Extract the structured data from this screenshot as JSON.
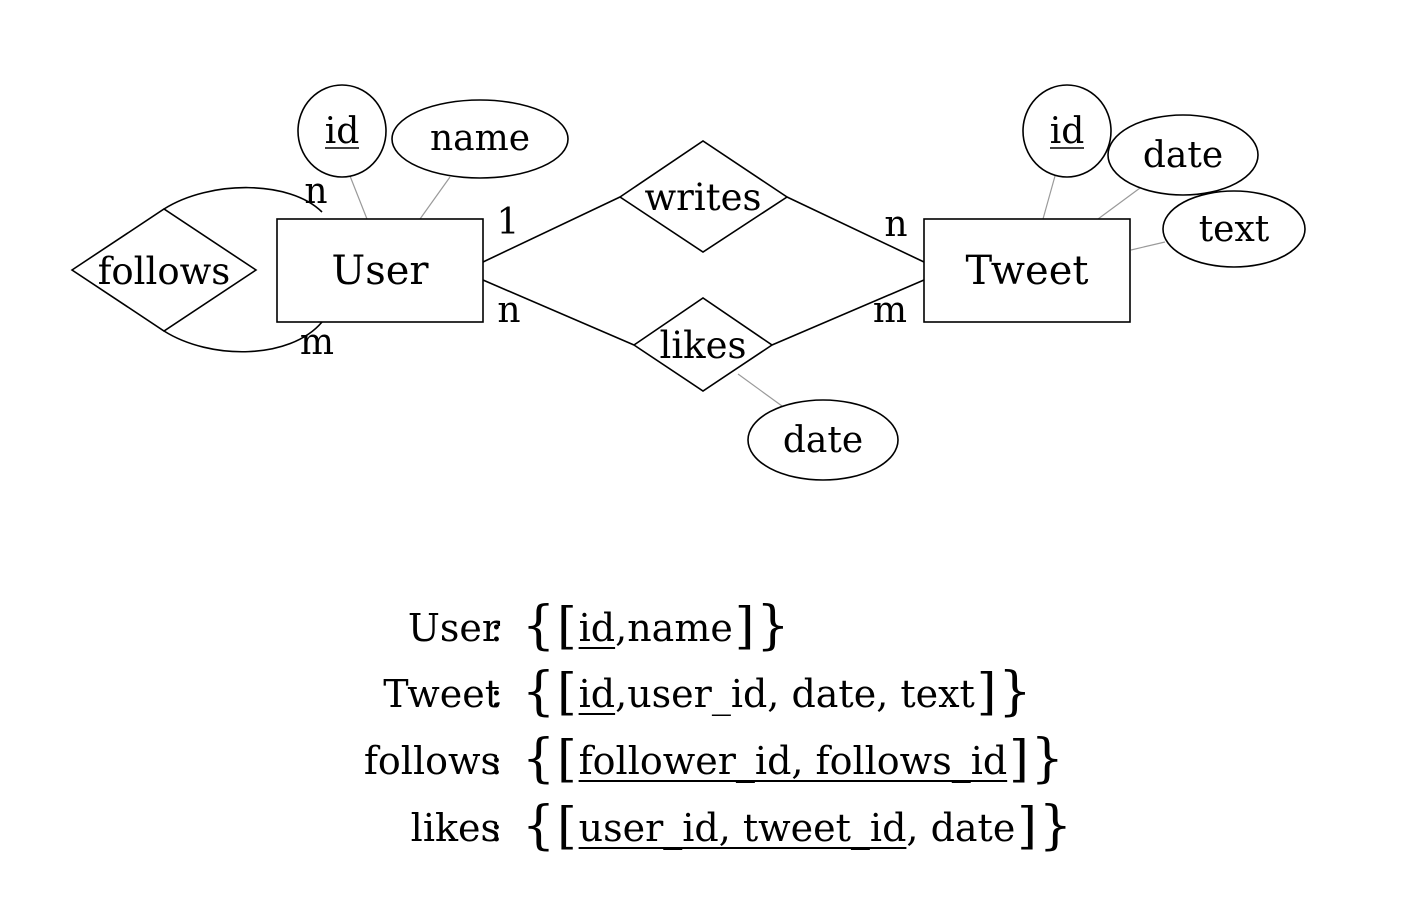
{
  "er": {
    "entities": {
      "user": "User",
      "tweet": "Tweet"
    },
    "relationships": {
      "follows": "follows",
      "writes": "writes",
      "likes": "likes"
    },
    "attributes": {
      "user_id": "id",
      "user_name": "name",
      "tweet_id": "id",
      "tweet_date": "date",
      "tweet_text": "text",
      "likes_date": "date"
    },
    "cardinalities": {
      "follows_top": "n",
      "follows_bottom": "m",
      "writes_user": "1",
      "writes_tweet": "n",
      "likes_user": "n",
      "likes_tweet": "m"
    }
  },
  "schema": {
    "open_brace": "{",
    "close_brace": "}",
    "open_bracket": "[",
    "close_bracket": "]",
    "colon": ":",
    "rows": [
      {
        "name": "User",
        "key_attrs": "id",
        "key_sep": ",",
        "rest_attrs": "name"
      },
      {
        "name": "Tweet",
        "key_attrs": "id",
        "key_sep": ",",
        "rest_attrs": "user_id, date, text"
      },
      {
        "name": "follows",
        "key_attrs": "follower_id, follows_id",
        "key_sep": "",
        "rest_attrs": ""
      },
      {
        "name": "likes",
        "key_attrs": "user_id, tweet_id",
        "key_sep": ",",
        "rest_attrs": " date"
      }
    ]
  }
}
